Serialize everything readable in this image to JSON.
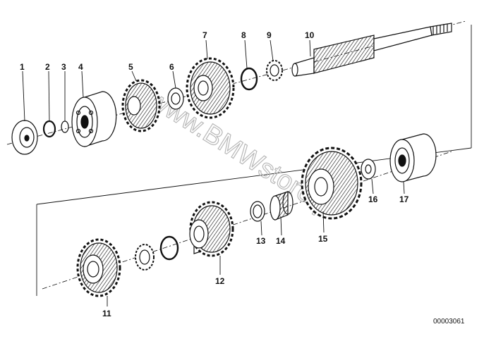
{
  "diagram": {
    "callouts": [
      "1",
      "2",
      "3",
      "4",
      "5",
      "6",
      "7",
      "8",
      "9",
      "10",
      "11",
      "12",
      "13",
      "14",
      "15",
      "16",
      "17"
    ],
    "watermark": "www.BMWstore.pl",
    "drawing_number": "00003061",
    "colors": {
      "ink": "#111111",
      "paper": "#ffffff",
      "watermark": "#b8b8b8"
    }
  }
}
